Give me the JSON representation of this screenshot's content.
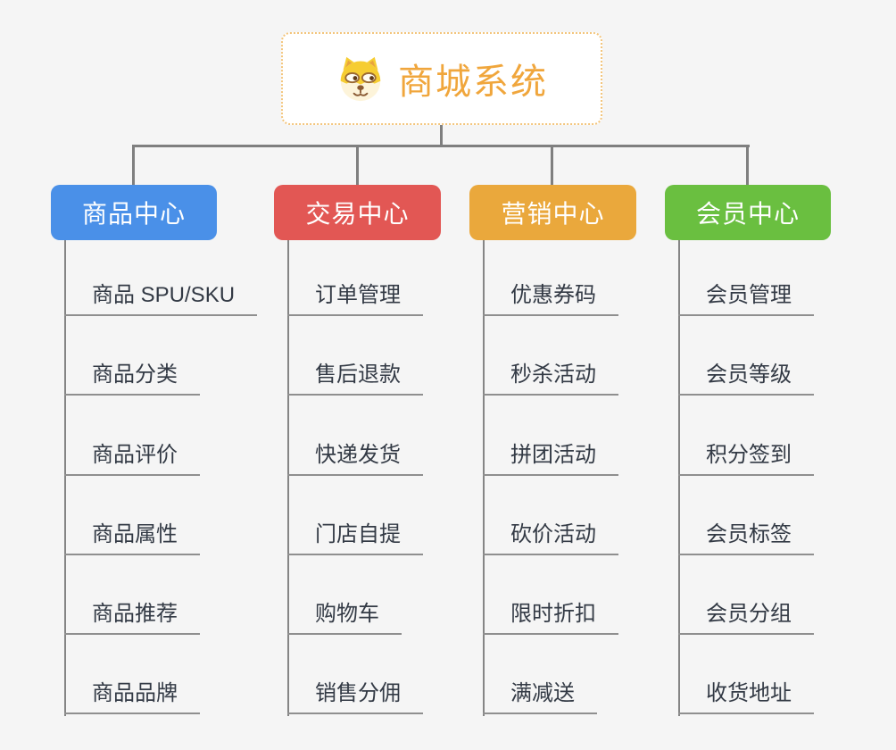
{
  "root": {
    "title": "商城系统",
    "icon": "dog-face-icon",
    "title_color": "#f0a63c",
    "border_color": "#f3c57c"
  },
  "background_color": "#f5f5f5",
  "connector_color": "#7f7f7f",
  "branches": [
    {
      "label": "商品中心",
      "color": "#4a90e8",
      "items": [
        "商品 SPU/SKU",
        "商品分类",
        "商品评价",
        "商品属性",
        "商品推荐",
        "商品品牌"
      ]
    },
    {
      "label": "交易中心",
      "color": "#e25754",
      "items": [
        "订单管理",
        "售后退款",
        "快递发货",
        "门店自提",
        "购物车",
        "销售分佣"
      ]
    },
    {
      "label": "营销中心",
      "color": "#eaa83c",
      "items": [
        "优惠券码",
        "秒杀活动",
        "拼团活动",
        "砍价活动",
        "限时折扣",
        "满减送"
      ]
    },
    {
      "label": "会员中心",
      "color": "#6abf40",
      "items": [
        "会员管理",
        "会员等级",
        "积分签到",
        "会员标签",
        "会员分组",
        "收货地址"
      ]
    }
  ]
}
